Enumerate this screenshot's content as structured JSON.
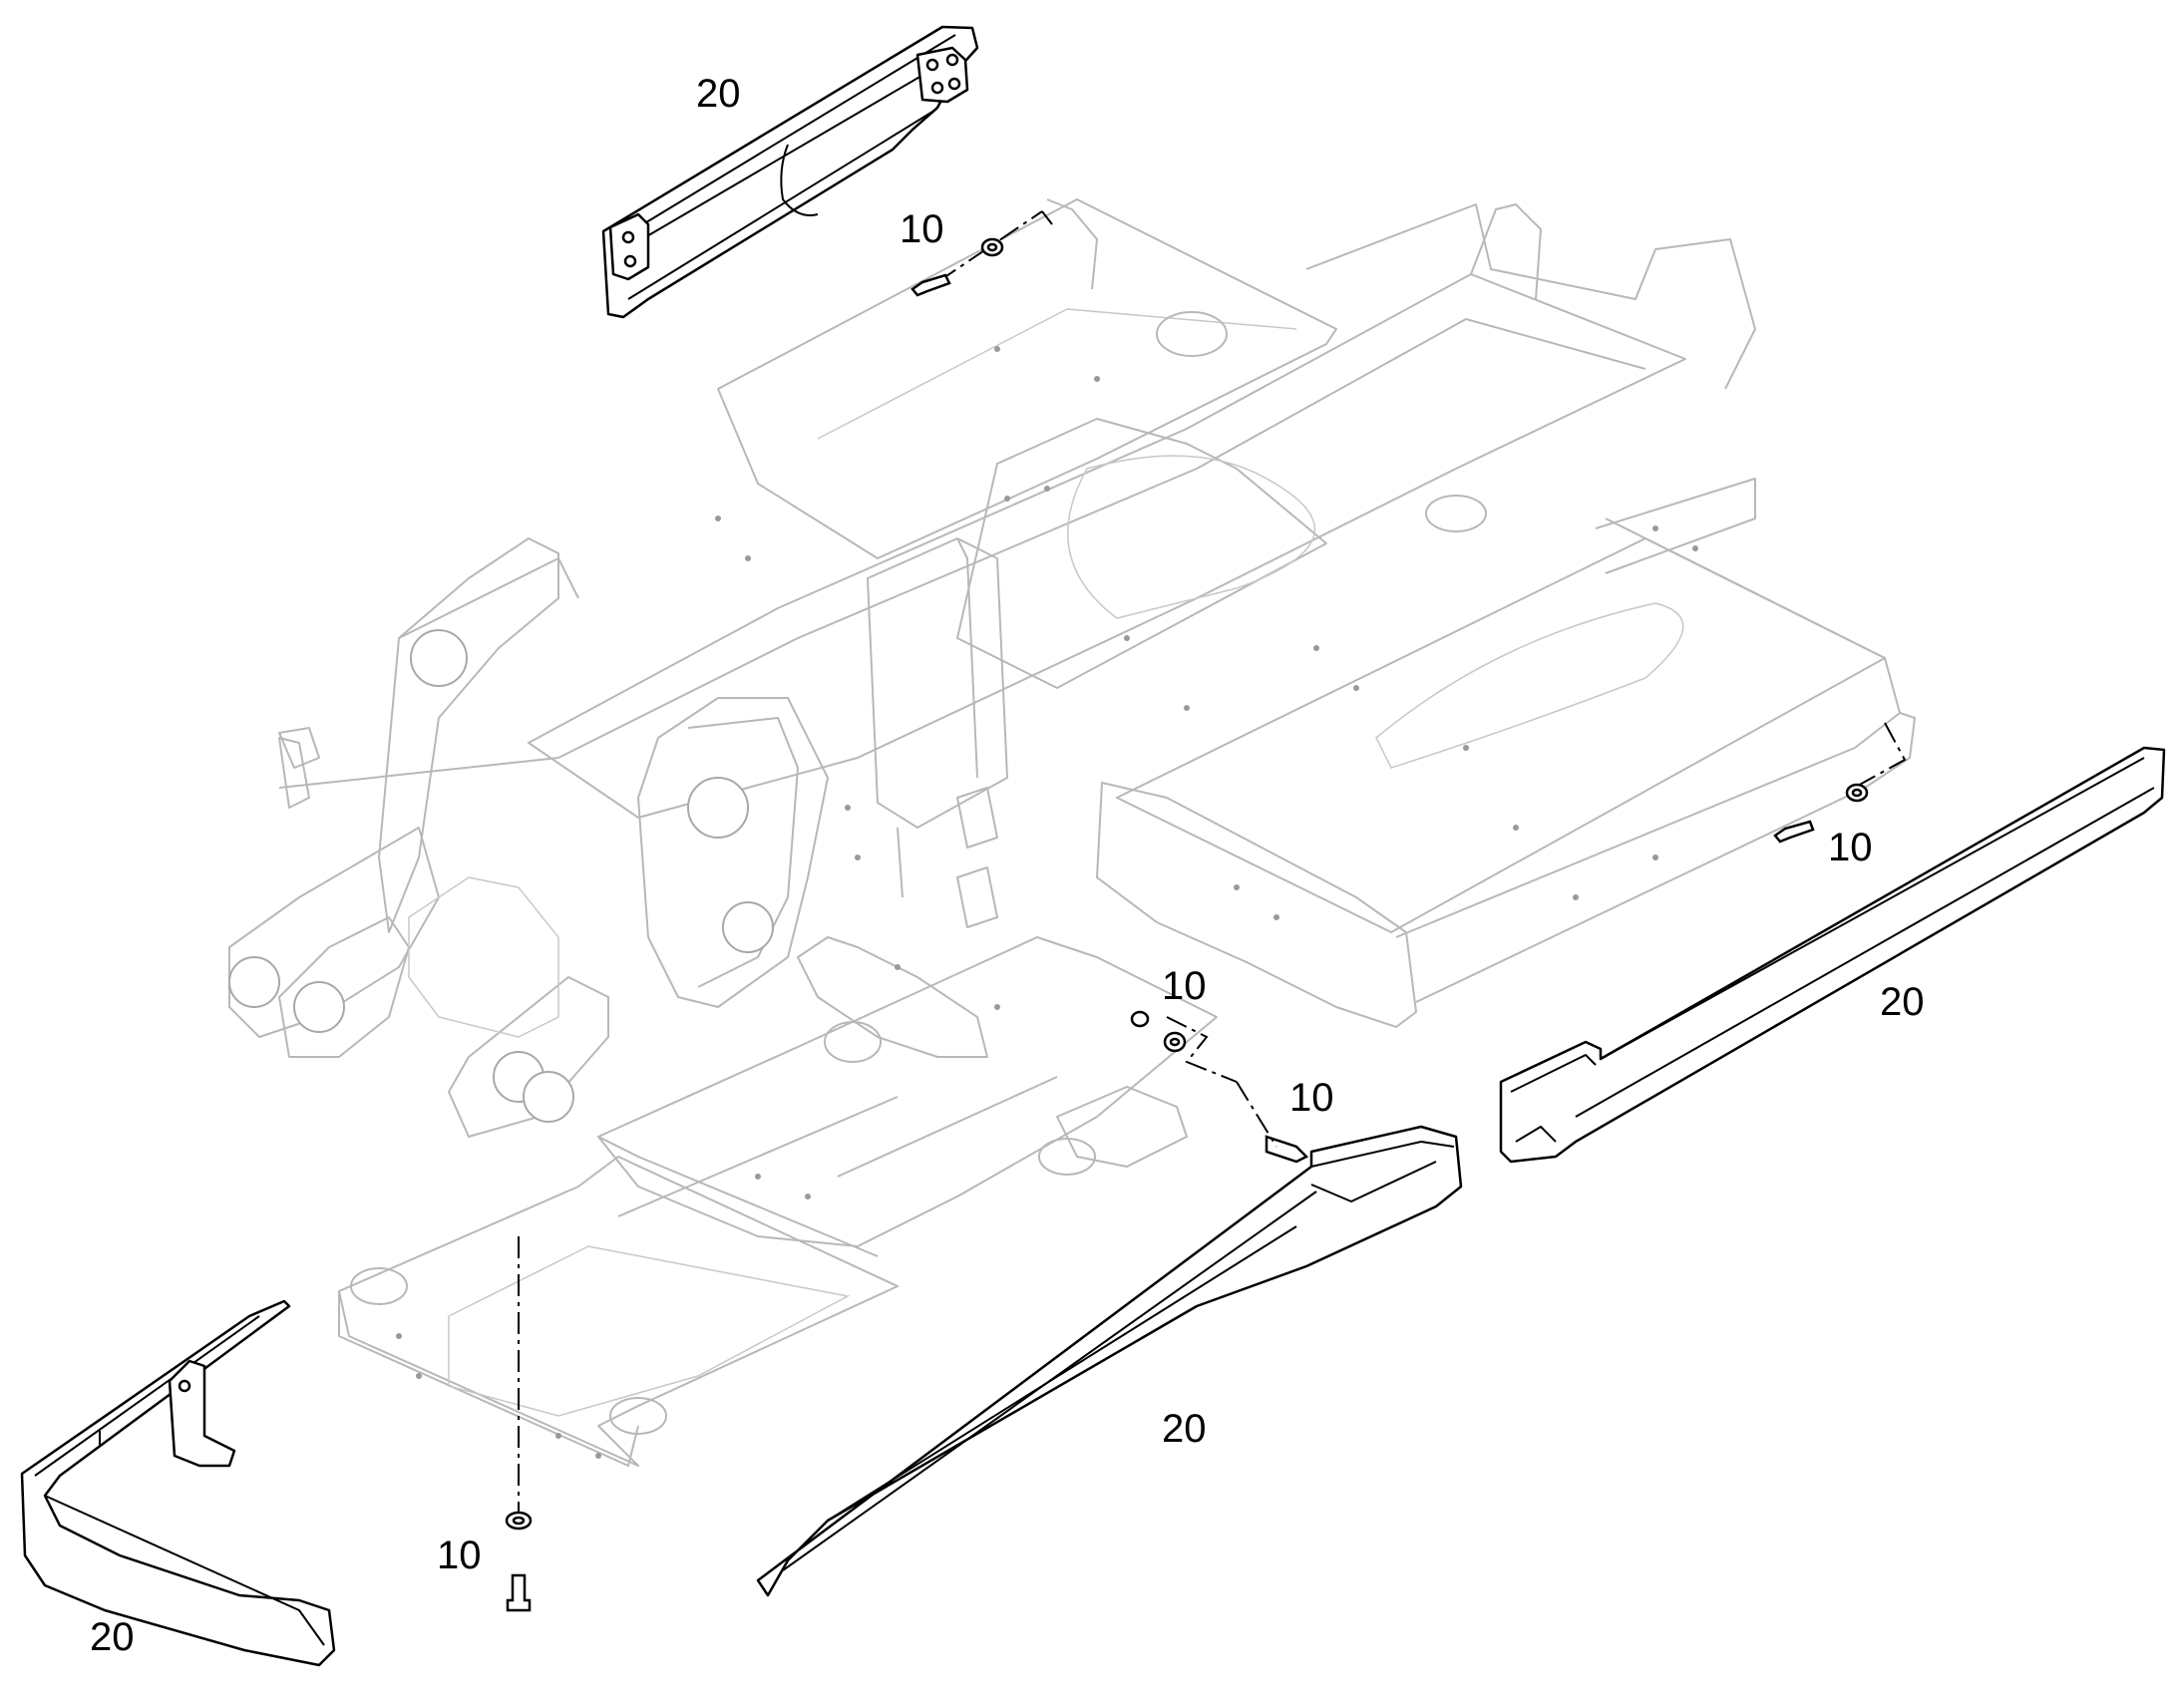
{
  "callouts": {
    "guard_top": "20",
    "bolt_top": "10",
    "bolt_right": "10",
    "guard_right": "20",
    "washer_center": "10",
    "stud_center": "10",
    "guard_center": "20",
    "bolt_bottom": "10",
    "guard_left": "20"
  }
}
